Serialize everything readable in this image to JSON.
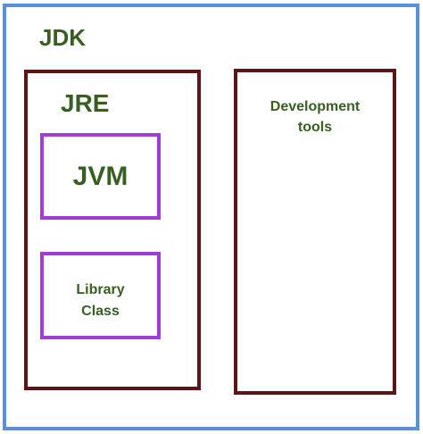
{
  "jdk": {
    "label": "JDK"
  },
  "jre": {
    "label": "JRE"
  },
  "jvm": {
    "label": "JVM"
  },
  "library": {
    "line1": "Library",
    "line2": "Class"
  },
  "dev_tools": {
    "line1": "Development",
    "line2": "tools"
  },
  "colors": {
    "jdk_border": "#5b8fd6",
    "jre_border": "#5c1416",
    "dev_border": "#5c1416",
    "jvm_border": "#a23bd8",
    "library_border": "#a23bd8",
    "label_text": "#375f22"
  }
}
